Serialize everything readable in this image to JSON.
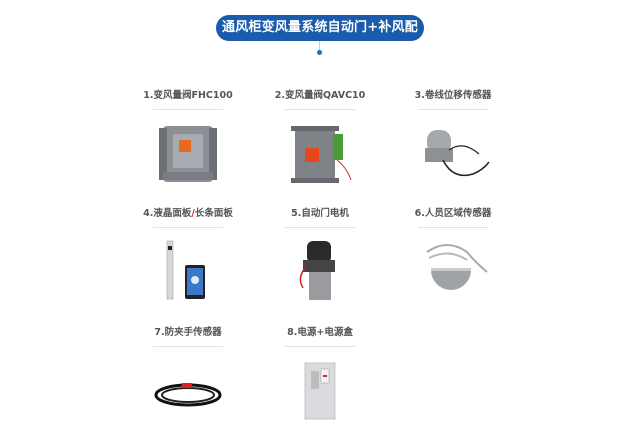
{
  "header": {
    "title": "通风柜变风量系统自动门+补风配置"
  },
  "items": [
    {
      "label": "1.变风量阀FHC100",
      "icon": "damper-valve-icon"
    },
    {
      "label": "2.变风量阀QAVC10",
      "icon": "damper-valve-actuator-icon"
    },
    {
      "label": "3.卷线位移传感器",
      "icon": "cable-displacement-sensor-icon"
    },
    {
      "label_a": "4.液晶面板",
      "label_sep": "/",
      "label_b": "长条面板",
      "icon": "lcd-panel-icon"
    },
    {
      "label": "5.自动门电机",
      "icon": "door-motor-icon"
    },
    {
      "label": "6.人员区域传感器",
      "icon": "presence-sensor-icon"
    },
    {
      "label": "7.防夹手传感器",
      "icon": "anti-pinch-sensor-icon"
    },
    {
      "label": "8.电源+电源盒",
      "icon": "power-box-icon"
    }
  ],
  "colors": {
    "accent": "#1a5bab",
    "dot": "#1a6fc9",
    "separator": "#ee2222"
  }
}
